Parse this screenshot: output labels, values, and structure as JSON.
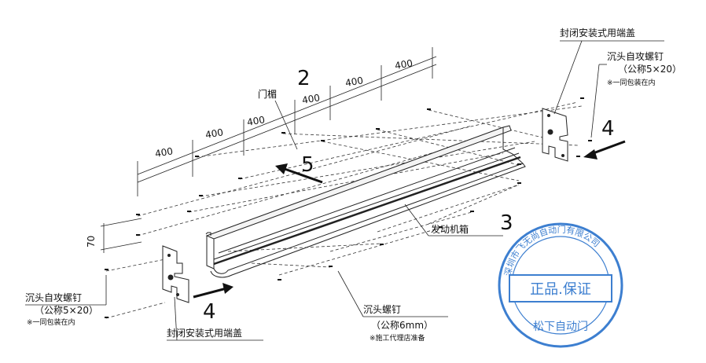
{
  "dimensions": {
    "span_values": [
      "400",
      "400",
      "400",
      "400",
      "400",
      "400"
    ],
    "height_value": "70"
  },
  "step_numbers": {
    "lintel": "2",
    "motor_box": "3",
    "end_cap_right": "4",
    "end_cap_left": "4",
    "direction": "5"
  },
  "labels": {
    "lintel": "门楣",
    "motor_box": "发动机箱",
    "end_cap_top": "封闭安装式用端盖",
    "screw_top_name": "沉头自攻螺钉",
    "screw_top_spec": "（公称5×20）",
    "screw_top_note": "※一同包装在内",
    "screw_left_name": "沉头自攻螺钉",
    "screw_left_spec": "（公称5×20）",
    "screw_left_note": "※一同包装在内",
    "end_cap_bottom": "封闭安装式用端盖",
    "countersunk_screw_name": "沉头螺钉",
    "countersunk_screw_spec": "（公称6mm）",
    "countersunk_screw_note": "※施工代理店准备"
  },
  "stamp": {
    "ring_text": "深圳市飞无尚自动门有限公司",
    "center_text": "正品.保证",
    "bottom_text": "松下自动门",
    "color": "#3d7fd0"
  }
}
